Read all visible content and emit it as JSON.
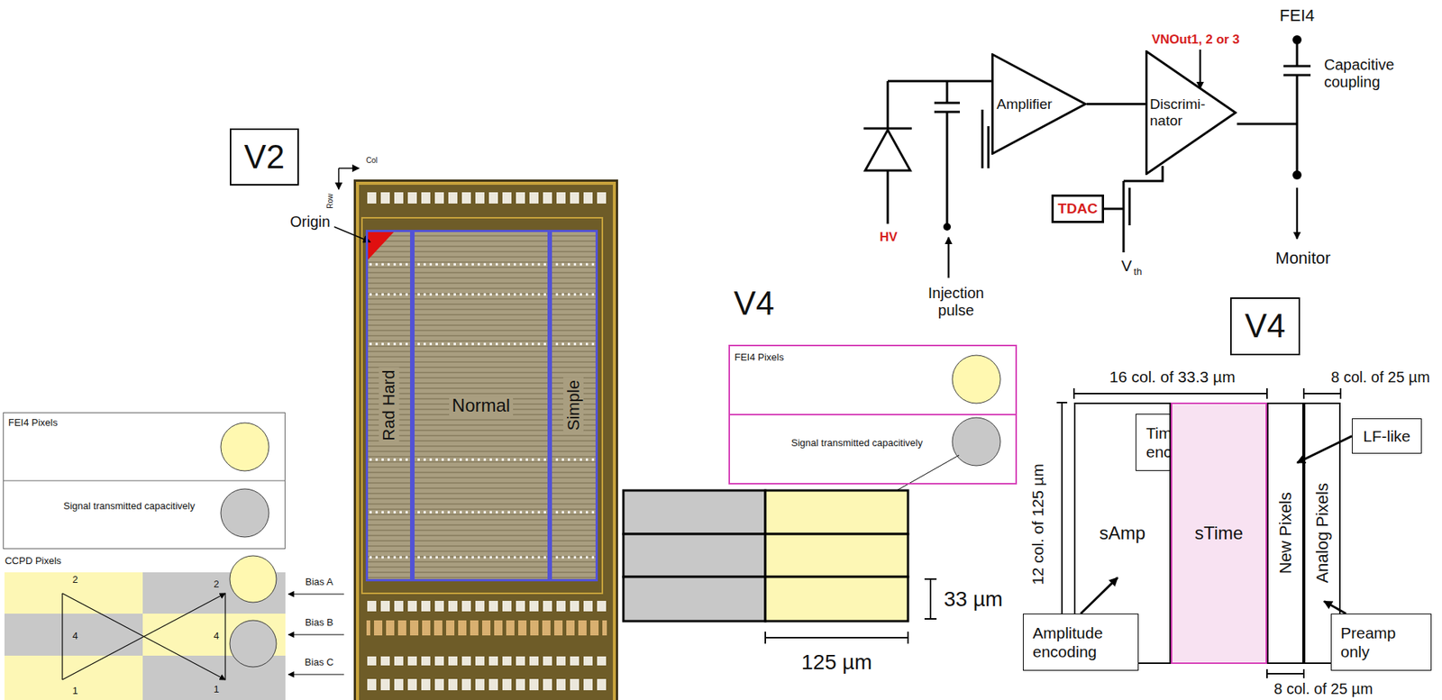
{
  "diagram": {
    "nodes": [
      {
        "text": [
          "Amplifier"
        ]
      },
      {
        "text": [
          "Discrimi- nator"
        ]
      },
      {
        "text": [
          "TDAC"
        ]
      },
      {
        "text": [
          "V2"
        ]
      },
      {
        "text": [
          "Rad Hard"
        ]
      },
      {
        "text": [
          "Normal"
        ]
      },
      {
        "text": [
          "Simple"
        ]
      },
      {
        "text": [
          "V4"
        ]
      },
      {
        "text": [
          "FEI4 Pixels",
          "Signal transmitted capacitively"
        ]
      },
      {
        "text": [
          "Time encoding"
        ]
      },
      {
        "text": [
          "LF-like"
        ]
      },
      {
        "text": [
          "sAmp"
        ]
      },
      {
        "text": [
          "sTime"
        ]
      },
      {
        "text": [
          "New Pixels"
        ]
      },
      {
        "text": [
          "Analog Pixels"
        ]
      },
      {
        "text": [
          "FEI4 Pixels",
          "Signal transmitted capacitively"
        ]
      },
      {
        "text": [
          "Amplitude encoding"
        ]
      },
      {
        "text": [
          "Preamp only"
        ]
      }
    ],
    "edges": [
      {
        "from": 0,
        "to": 1,
        "arrow": "none"
      },
      {
        "from": 9,
        "to": 12,
        "arrow": "to"
      },
      {
        "from": 10,
        "to": 13,
        "arrow": "to"
      },
      {
        "from": 16,
        "to": 11,
        "arrow": "to"
      },
      {
        "from": 17,
        "to": 14,
        "arrow": "to"
      }
    ],
    "labels": [
      "FEI4",
      "VNOut1, 2 or 3",
      "Capacitive coupling",
      "V",
      "th",
      "HV",
      "Injection pulse",
      "Monitor",
      "Col",
      "Row",
      "Origin",
      "V4",
      "16 col. of 33.3 µm",
      "8 col. of 25 µm",
      "12 col. of 125 µm",
      "33 µm",
      "125 µm",
      "8 col. of 25 µm",
      "CCPD Pixels",
      "2",
      "2",
      "4",
      "4",
      "1",
      "1",
      "Bias A",
      "Bias B",
      "Bias C"
    ]
  }
}
